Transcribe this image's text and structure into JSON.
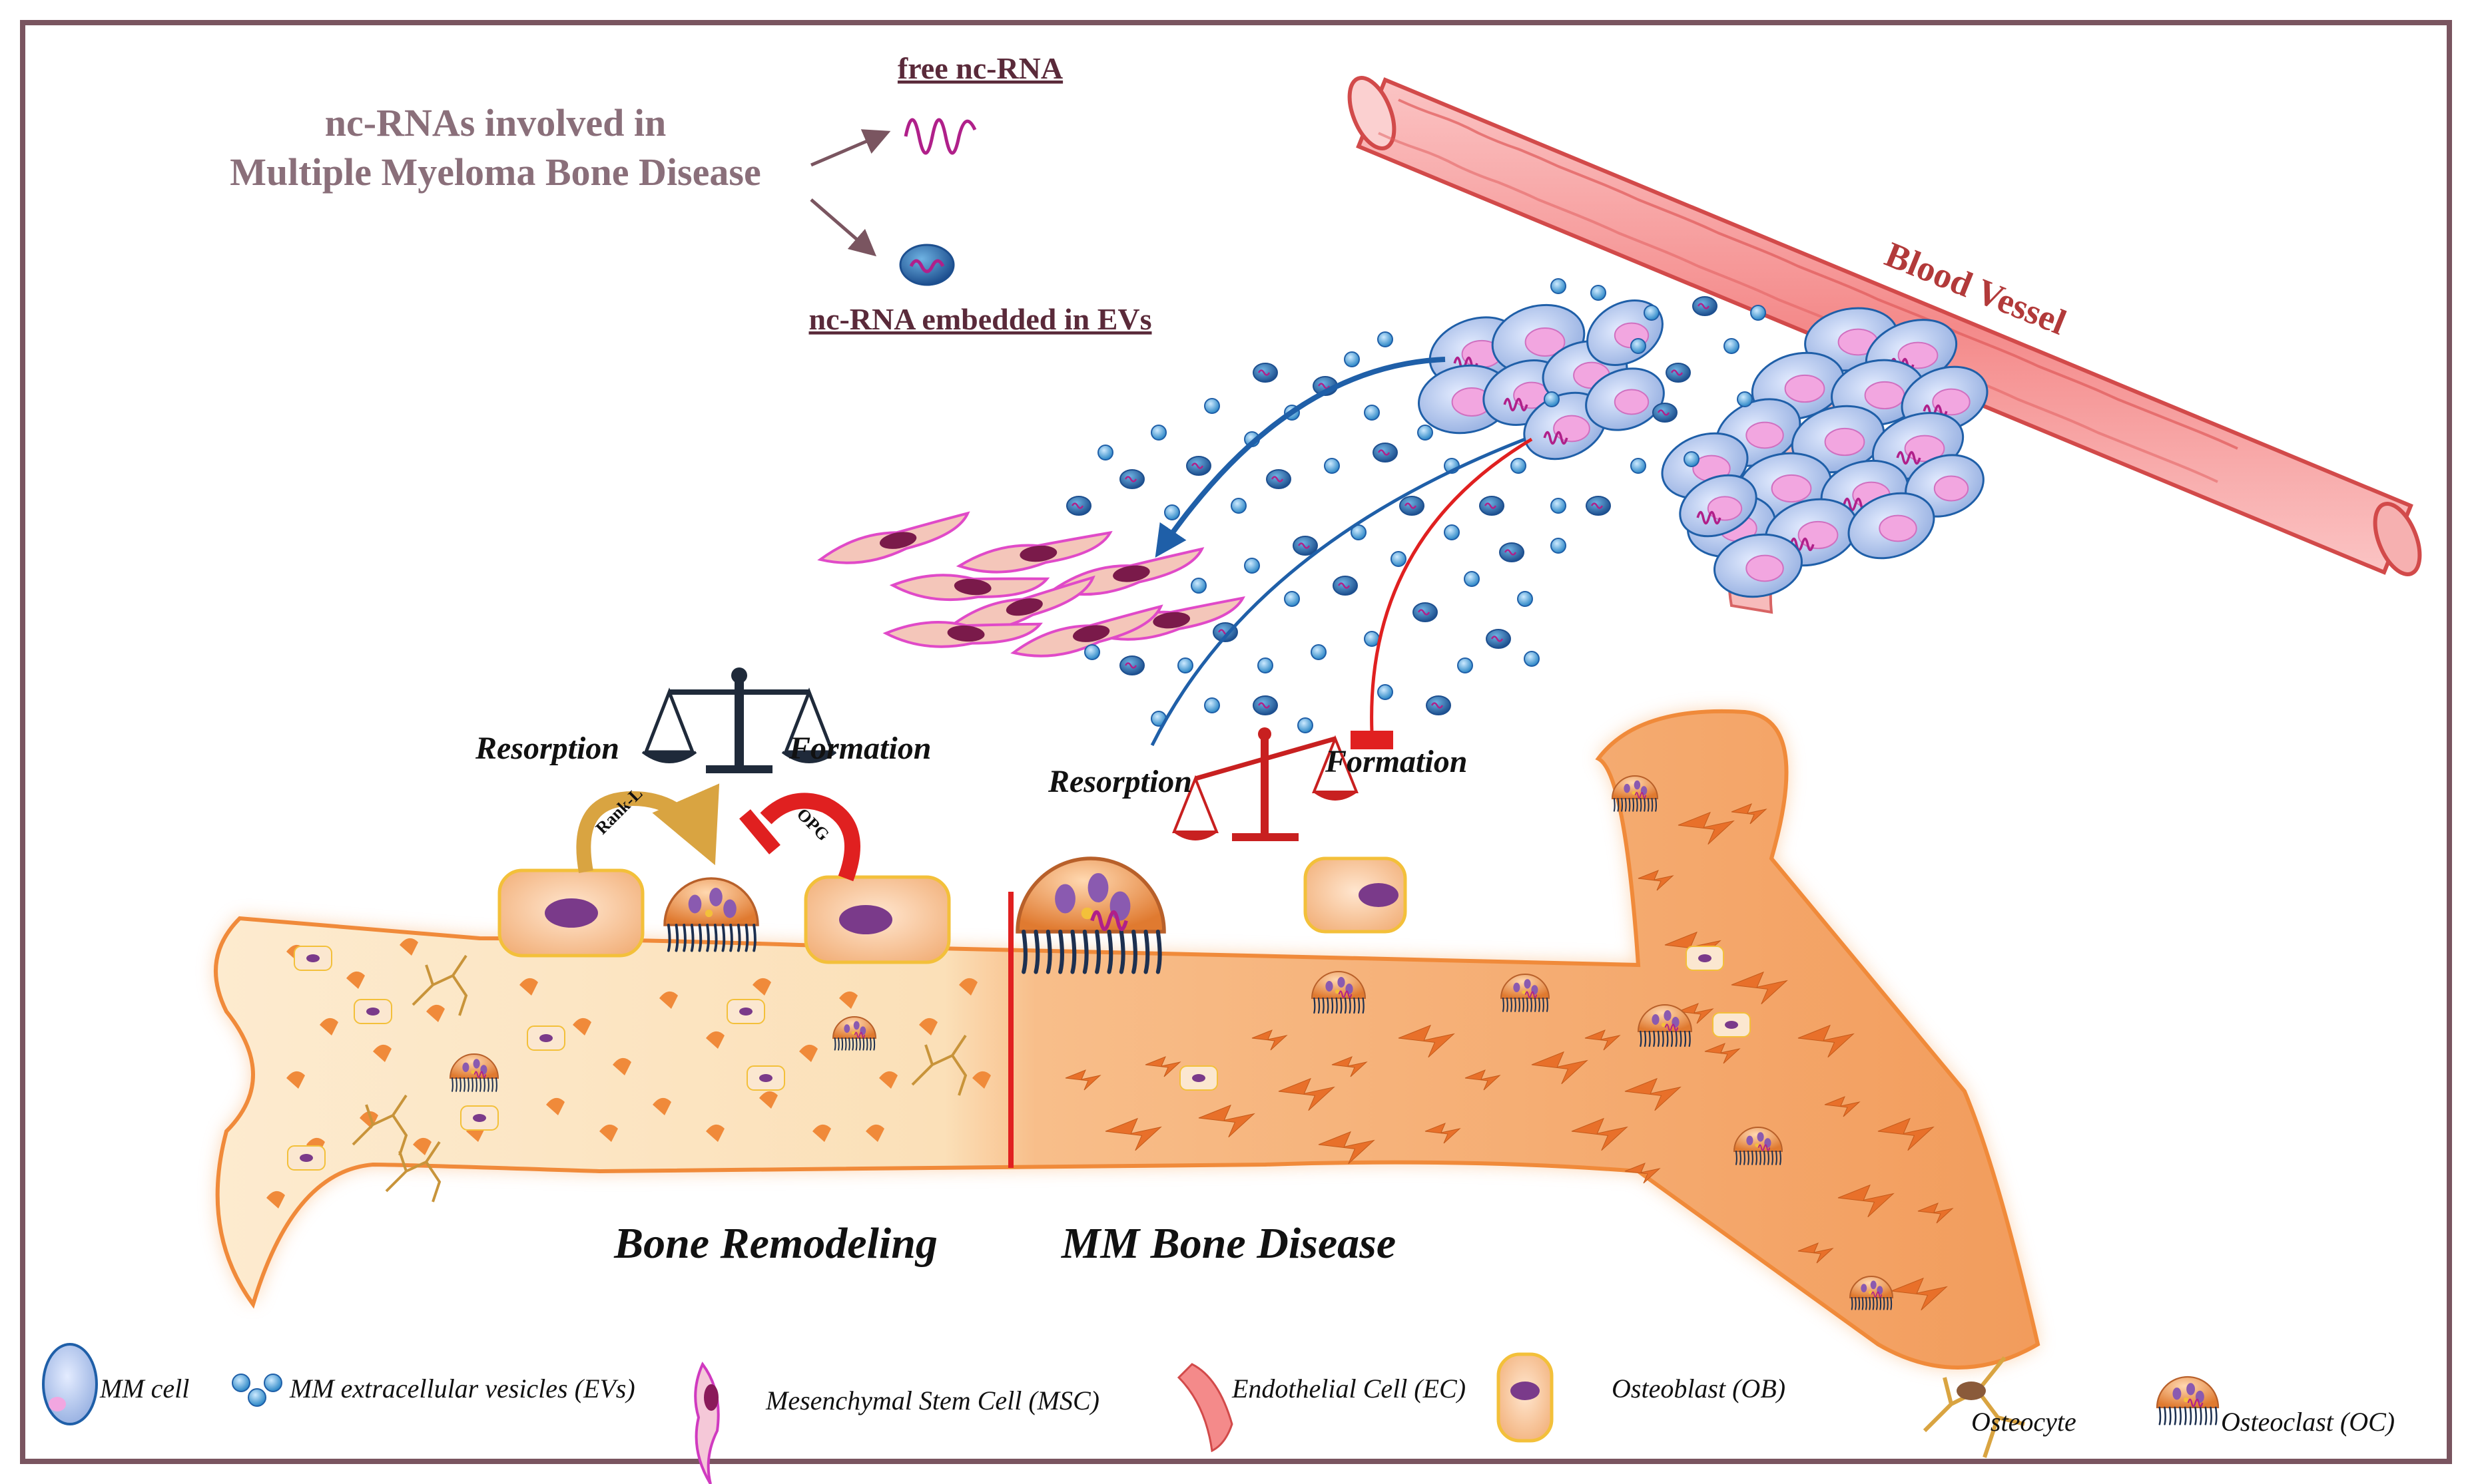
{
  "title": {
    "line1": "nc-RNAs involved in",
    "line2": "Multiple Myeloma Bone Disease"
  },
  "key": {
    "free": "free nc-RNA",
    "embedded": "nc-RNA embedded in EVs"
  },
  "vessel_label": "Blood Vessel",
  "normal_balance": {
    "resorption": "Resorption",
    "formation": "Formation"
  },
  "disease_balance": {
    "resorption": "Resorption",
    "formation": "Formation"
  },
  "signals": {
    "rankl": "Rank-L",
    "opg": "OPG"
  },
  "regions": {
    "left": "Bone Remodeling",
    "right": "MM Bone Disease"
  },
  "legend": {
    "mm_cell": "MM cell",
    "evs": "MM extracellular vesicles  (EVs)",
    "msc": "Mesenchymal Stem Cell  (MSC)",
    "ec": "Endothelial Cell (EC)",
    "ob": "Osteoblast (OB)",
    "osteocyte": "Osteocyte",
    "oc": "Osteoclast (OC)"
  },
  "colors": {
    "frame": "#7a5560",
    "mm_cell": "#b8c8ee",
    "mm_nucleus": "#f2a6e0",
    "ev": "#4aa3d9",
    "ncrna": "#b0208a",
    "bone_light": "#fde6c6",
    "bone_dark": "#f4a060",
    "osteoclast": "#e8823a",
    "vessel": "#f7a0a0",
    "inhibit": "#e02020",
    "stimulate": "#1f5fa8"
  }
}
